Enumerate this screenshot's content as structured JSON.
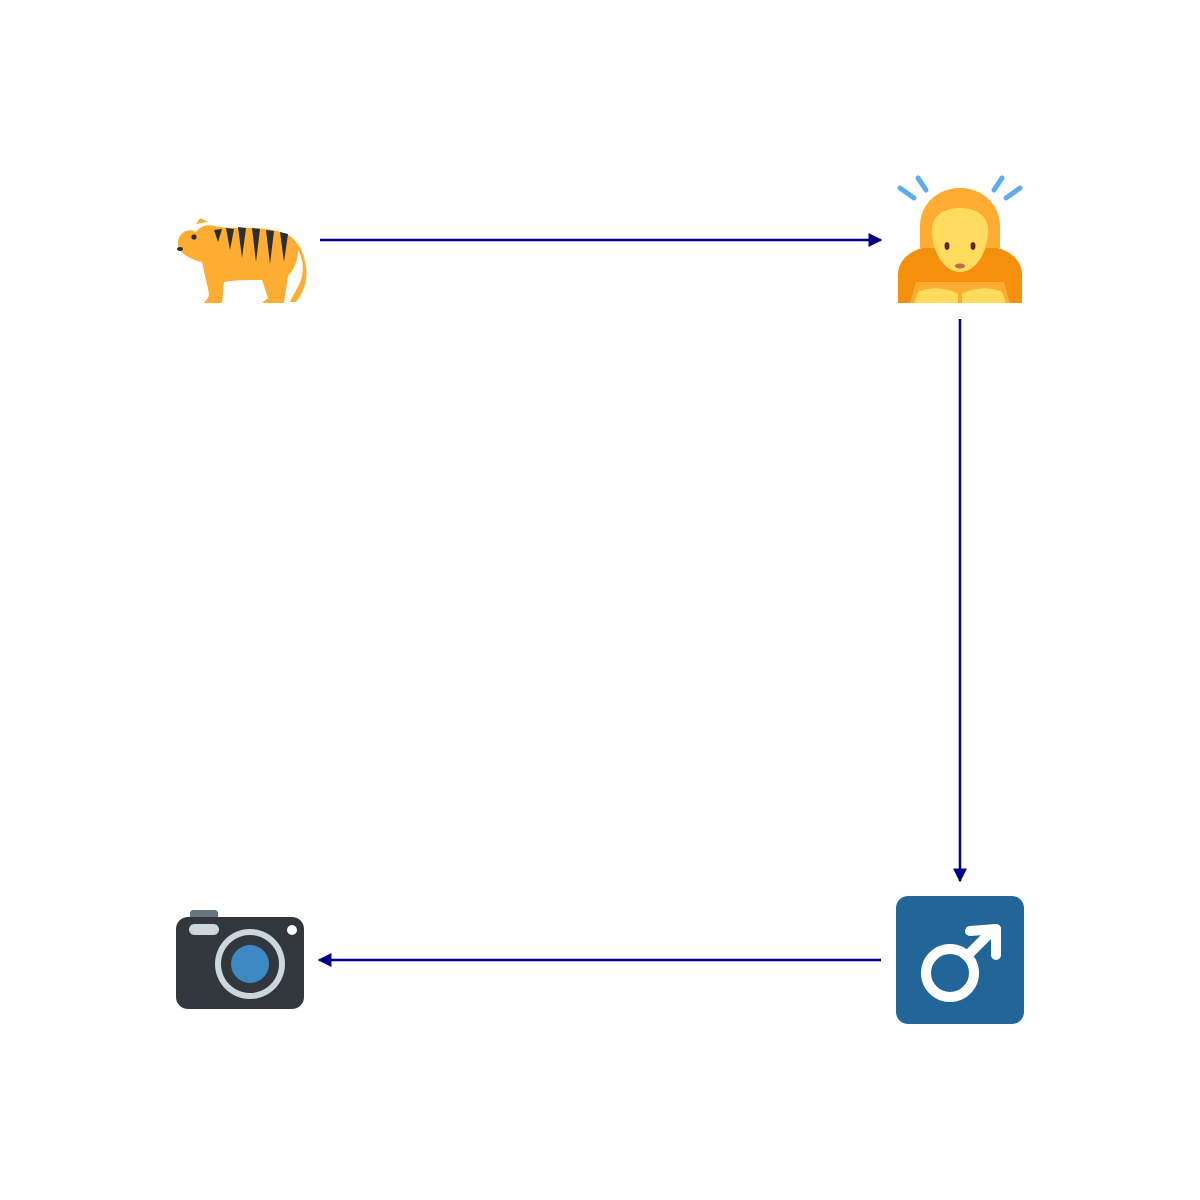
{
  "diagram": {
    "type": "emoji-cycle-flow",
    "arrow_color": "#00008b",
    "nodes": [
      {
        "id": "tiger",
        "icon": "tiger-icon"
      },
      {
        "id": "bowing-person",
        "icon": "person-bowing-icon"
      },
      {
        "id": "male-sign",
        "icon": "male-sign-icon"
      },
      {
        "id": "camera",
        "icon": "camera-icon"
      }
    ],
    "edges": [
      {
        "from": "tiger",
        "to": "bowing-person"
      },
      {
        "from": "bowing-person",
        "to": "male-sign"
      },
      {
        "from": "male-sign",
        "to": "camera"
      }
    ]
  }
}
